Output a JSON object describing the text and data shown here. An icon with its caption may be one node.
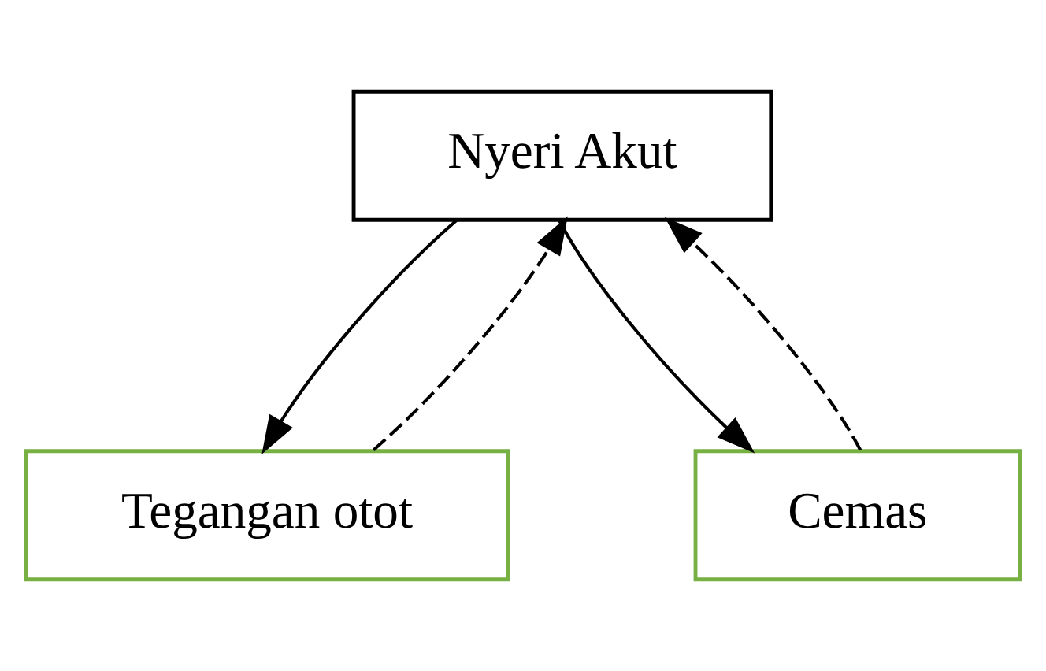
{
  "diagram": {
    "nodes": [
      {
        "text": [
          "Nyeri Akut"
        ]
      },
      {
        "text": [
          "Tegangan otot"
        ]
      },
      {
        "text": [
          "Cemas"
        ]
      }
    ],
    "edges": [
      {
        "from": 0,
        "to": 1,
        "arrow": "to"
      },
      {
        "from": 0,
        "to": 2,
        "arrow": "to"
      },
      {
        "from": 1,
        "to": 0,
        "arrow": "to",
        "style": "dashed"
      },
      {
        "from": 2,
        "to": 0,
        "arrow": "to",
        "style": "dashed"
      }
    ]
  }
}
